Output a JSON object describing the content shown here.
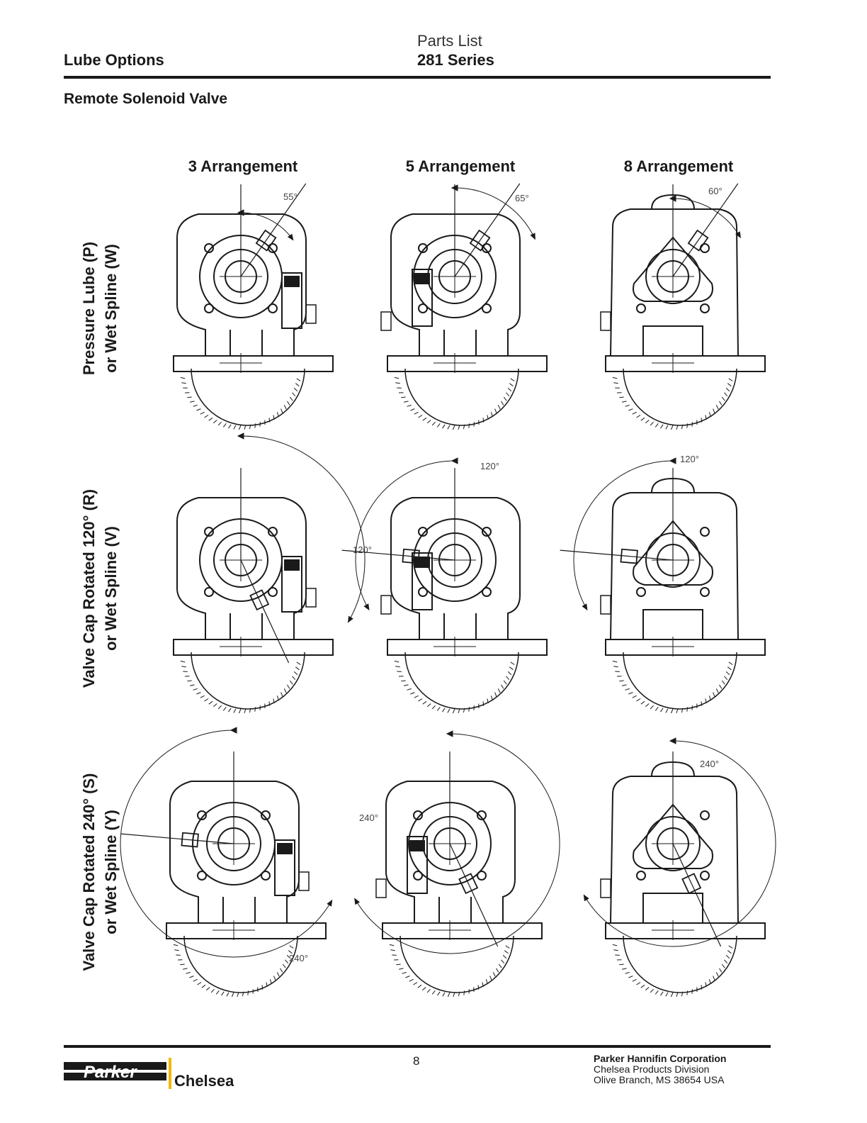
{
  "header": {
    "left_title": "Lube Options",
    "doc_type": "Parts List",
    "series": "281 Series"
  },
  "section_title": "Remote Solenoid Valve",
  "columns": [
    "3 Arrangement",
    "5 Arrangement",
    "8 Arrangement"
  ],
  "rows": [
    {
      "line1": "Pressure Lube (P)",
      "line2": "or Wet Spline (W)"
    },
    {
      "line1": "Valve Cap Rotated 120° (R)",
      "line2": "or Wet Spline (V)"
    },
    {
      "line1": "Valve Cap Rotated 240° (S)",
      "line2": "or Wet Spline (Y)"
    }
  ],
  "angles": {
    "r1c1": "55°",
    "r1c2": "65°",
    "r1c3": "60°",
    "r2c1": "120°",
    "r2c2": "120°",
    "r2c3": "120°",
    "r3c1": "240°",
    "r3c2": "240°",
    "r3c3": "240°"
  },
  "footer": {
    "page_number": "8",
    "logo_brand": "Parker",
    "logo_division": "Chelsea",
    "company": "Parker Hannifin Corporation",
    "division": "Chelsea Products Division",
    "address": "Olive Branch, MS 38654  USA"
  }
}
